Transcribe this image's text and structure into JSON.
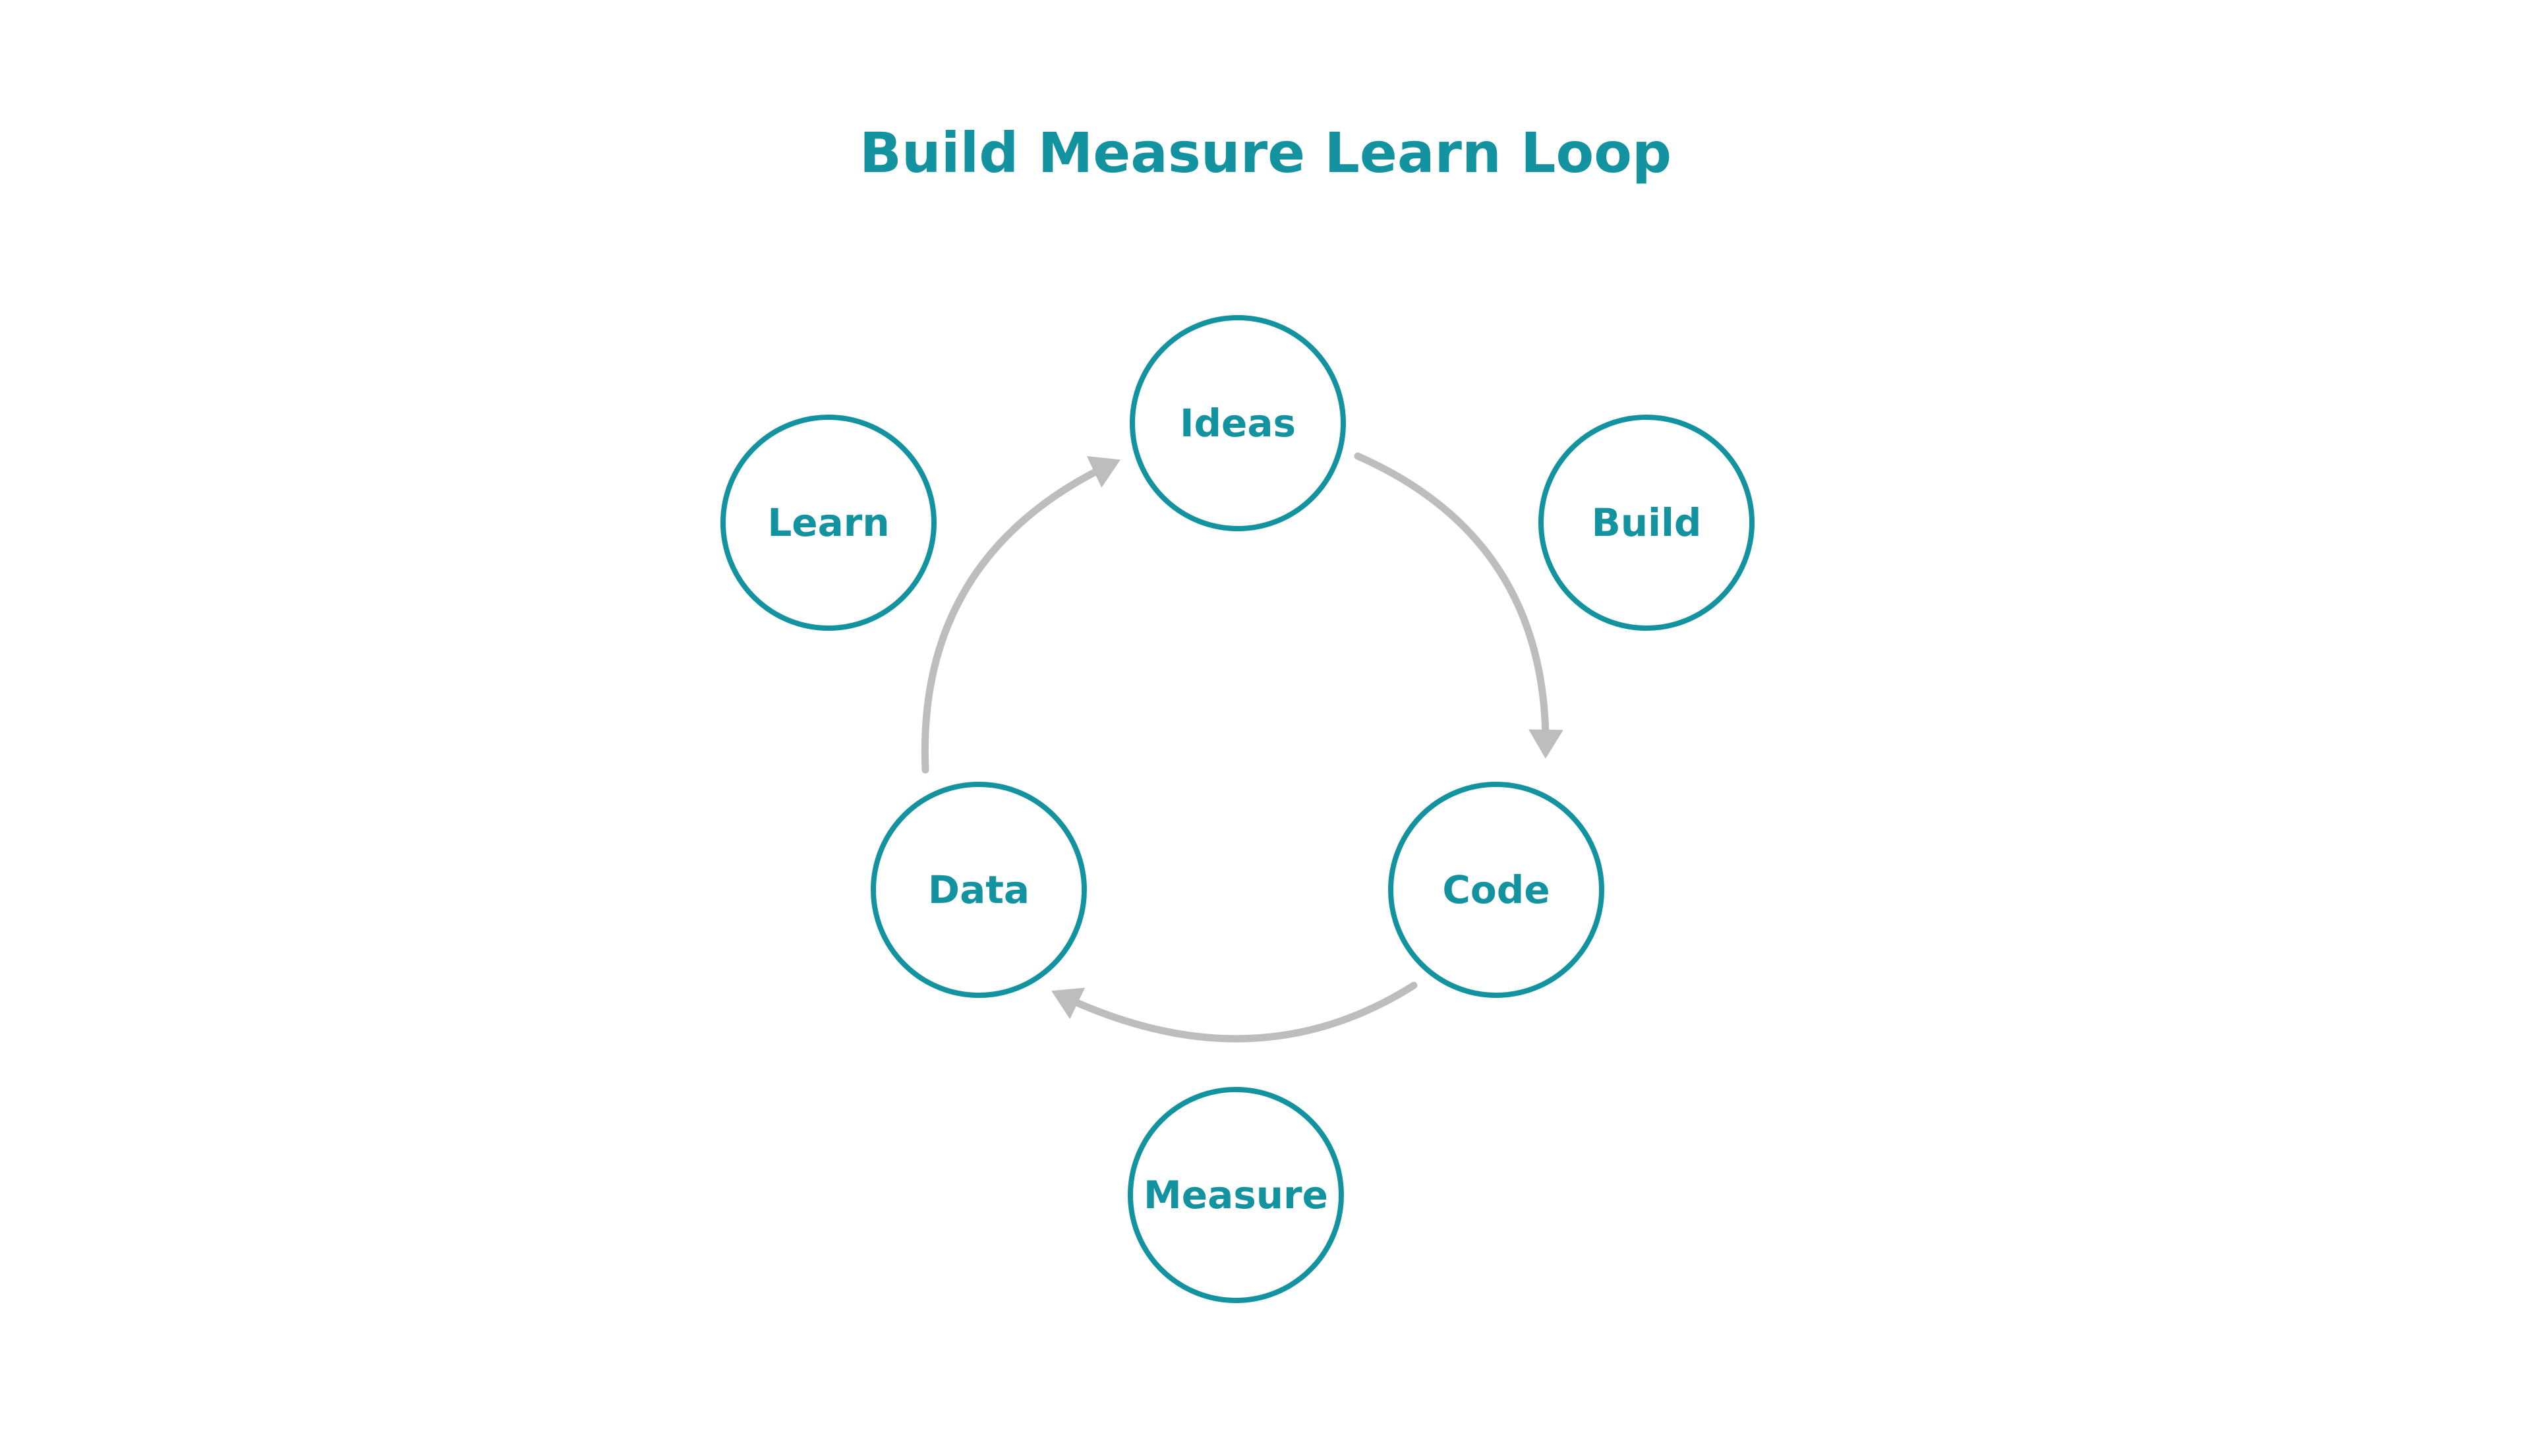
{
  "title": "Build Measure Learn Loop",
  "colors": {
    "accent": "#13939f",
    "arrow": "#bdbdbd",
    "background": "#ffffff"
  },
  "nodes": {
    "ideas": "Ideas",
    "code": "Code",
    "data": "Data",
    "build": "Build",
    "measure": "Measure",
    "learn": "Learn"
  },
  "edges": [
    {
      "from": "Ideas",
      "to": "Code"
    },
    {
      "from": "Code",
      "to": "Data"
    },
    {
      "from": "Data",
      "to": "Ideas"
    }
  ]
}
